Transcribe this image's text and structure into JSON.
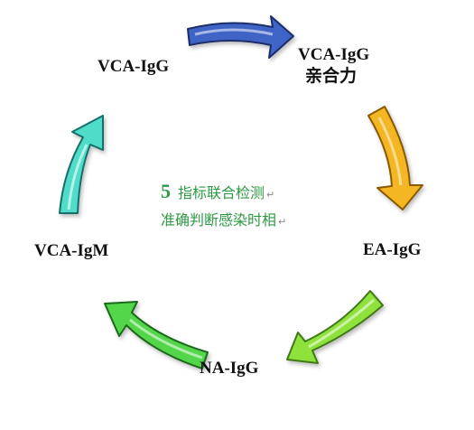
{
  "nodes": {
    "top_left": "VCA-IgG",
    "top_right": "VCA-IgG",
    "top_right_sub": "亲合力",
    "right": "EA-IgG",
    "bottom": "NA-IgG",
    "left": "VCA-IgM"
  },
  "center": {
    "number": "5",
    "line1": "指标联合检测",
    "line2": "准确判断感染时相",
    "return_mark": "↵"
  },
  "arrows": [
    {
      "name": "arrow-vca-igg-to-avidity",
      "color": "#3f63c6"
    },
    {
      "name": "arrow-avidity-to-ea-igg",
      "color": "#f4b620"
    },
    {
      "name": "arrow-ea-igg-to-na-igg",
      "color": "#8fe23a"
    },
    {
      "name": "arrow-na-igg-to-vca-igm",
      "color": "#53d64a"
    },
    {
      "name": "arrow-vca-igm-to-vca-igg",
      "color": "#4fdcc8"
    }
  ]
}
